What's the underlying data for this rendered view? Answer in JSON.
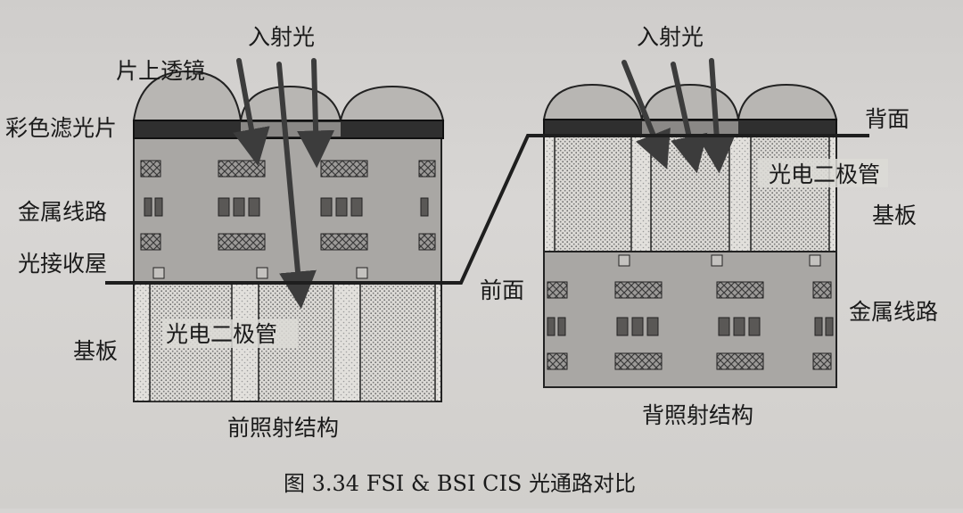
{
  "fsi": {
    "incident_light": "入射光",
    "on_chip_lens": "片上透镜",
    "color_filter": "彩色滤光片",
    "metal_wiring": "金属线路",
    "light_receiving_well": "光接收屋",
    "photodiode": "光电二极管",
    "substrate": "基板",
    "title": "前照射结构"
  },
  "bsi": {
    "incident_light": "入射光",
    "back_side": "背面",
    "photodiode": "光电二极管",
    "substrate": "基板",
    "front_side": "前面",
    "metal_wiring": "金属线路",
    "title": "背照射结构"
  },
  "caption": "图 3.34   FSI & BSI CIS 光通路对比"
}
